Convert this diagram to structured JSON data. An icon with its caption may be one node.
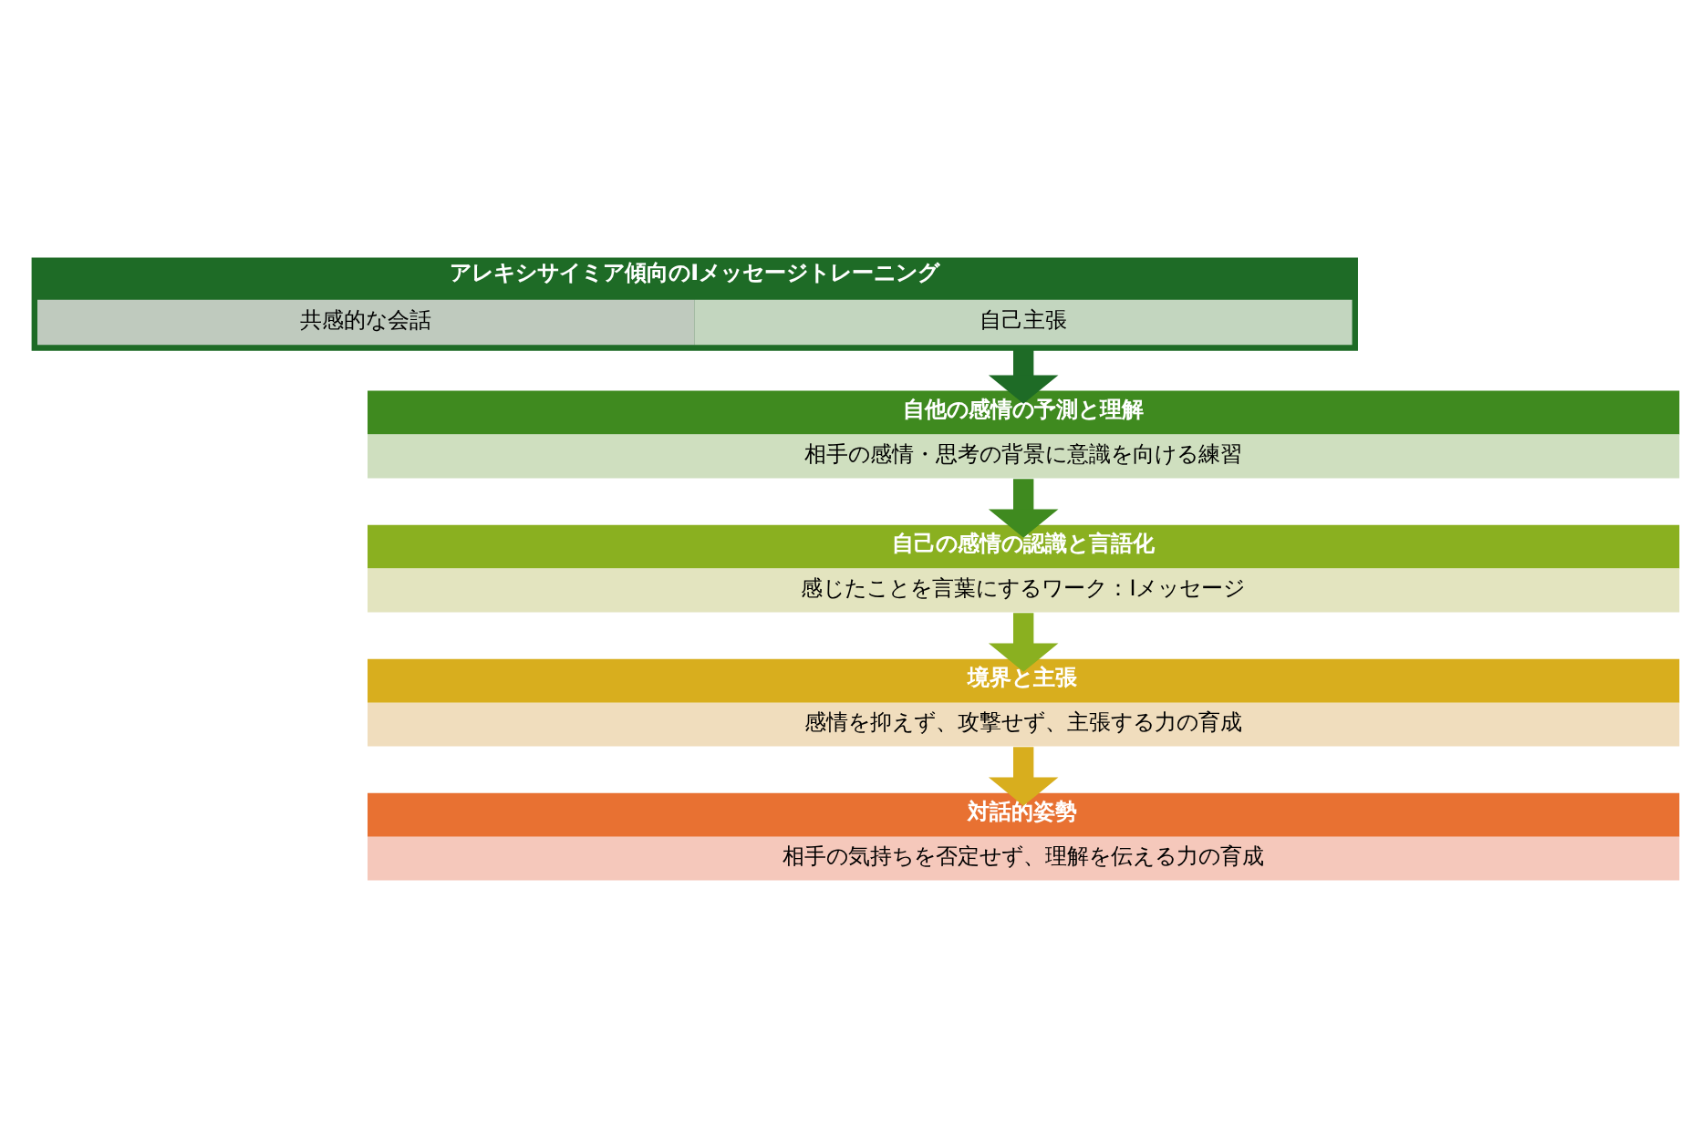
{
  "diagram": {
    "nodes": [
      {
        "text": [
          "アレキシサイミア傾向のIメッセージトレーニング"
        ]
      },
      {
        "text": [
          "自己主張"
        ],
        "in": 0
      },
      {
        "text": [
          "共感的な会話"
        ],
        "in": 0
      },
      {
        "text": [
          "自他の感情の予測と理解",
          "相手の感情・思考の背景に意識を向ける練習"
        ]
      },
      {
        "text": [
          "自己の感情の認識と言語化",
          "感じたことを言葉にするワーク：Iメッセージ"
        ]
      },
      {
        "text": [
          "境界と主張",
          "感情を抑えず、攻撃せず、主張する力の育成"
        ]
      },
      {
        "text": [
          "対話的姿勢",
          "相手の気持ちを否定せず、理解を伝える力の育成"
        ]
      }
    ],
    "edges": [
      {
        "from": 0,
        "to": 3,
        "arrow": "to",
        "color": "#1e6b26"
      },
      {
        "from": 3,
        "to": 4,
        "arrow": "to",
        "color": "#3f8a1f"
      },
      {
        "from": 4,
        "to": 5,
        "arrow": "to",
        "color": "#8ab020"
      },
      {
        "from": 5,
        "to": 6,
        "arrow": "to",
        "color": "#d8ae1e"
      }
    ]
  }
}
